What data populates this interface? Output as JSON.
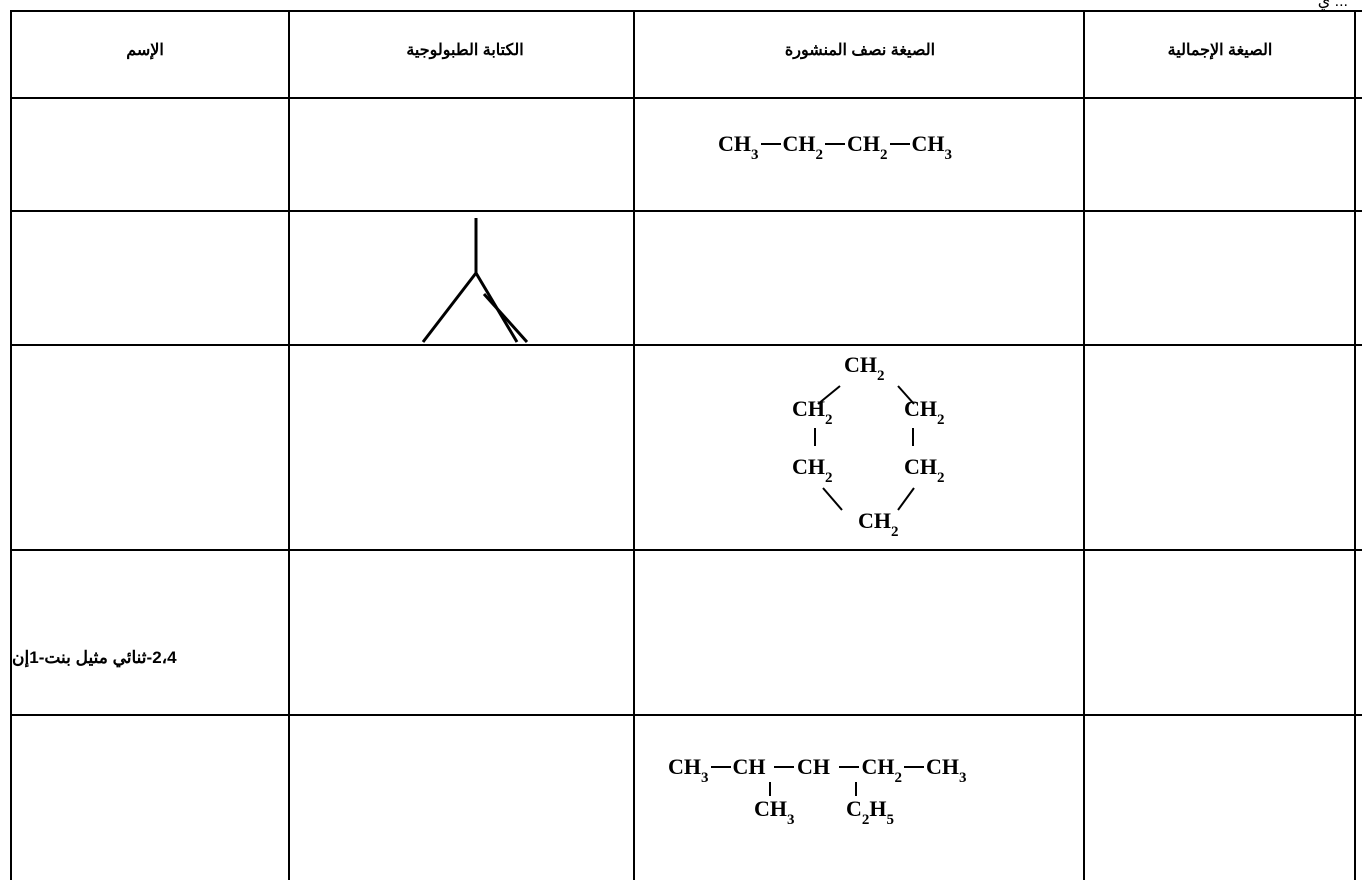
{
  "page_fragment": "... ي",
  "table": {
    "headers": {
      "name": "الإسم",
      "topological": "الكتابة الطبولوجية",
      "semi_structural": "الصيغة نصف المنشورة",
      "molecular": "الصيغة الإجمالية"
    },
    "rows": [
      {
        "name": "",
        "topological": "",
        "semi_structural": "CH3–CH2–CH2–CH3",
        "molecular": ""
      },
      {
        "name": "",
        "topological": "skeletal: 2-methylpropene",
        "semi_structural": "",
        "molecular": ""
      },
      {
        "name": "",
        "topological": "",
        "semi_structural": "cyclohexane (CH2)6",
        "molecular": ""
      },
      {
        "name": "2،4-ثنائي مثيل بنت-1إن",
        "topological": "",
        "semi_structural": "",
        "molecular": ""
      },
      {
        "name": "",
        "topological": "",
        "semi_structural": "CH3–CH(CH3)–CH(C2H5)–CH2–CH3",
        "molecular": ""
      }
    ]
  }
}
